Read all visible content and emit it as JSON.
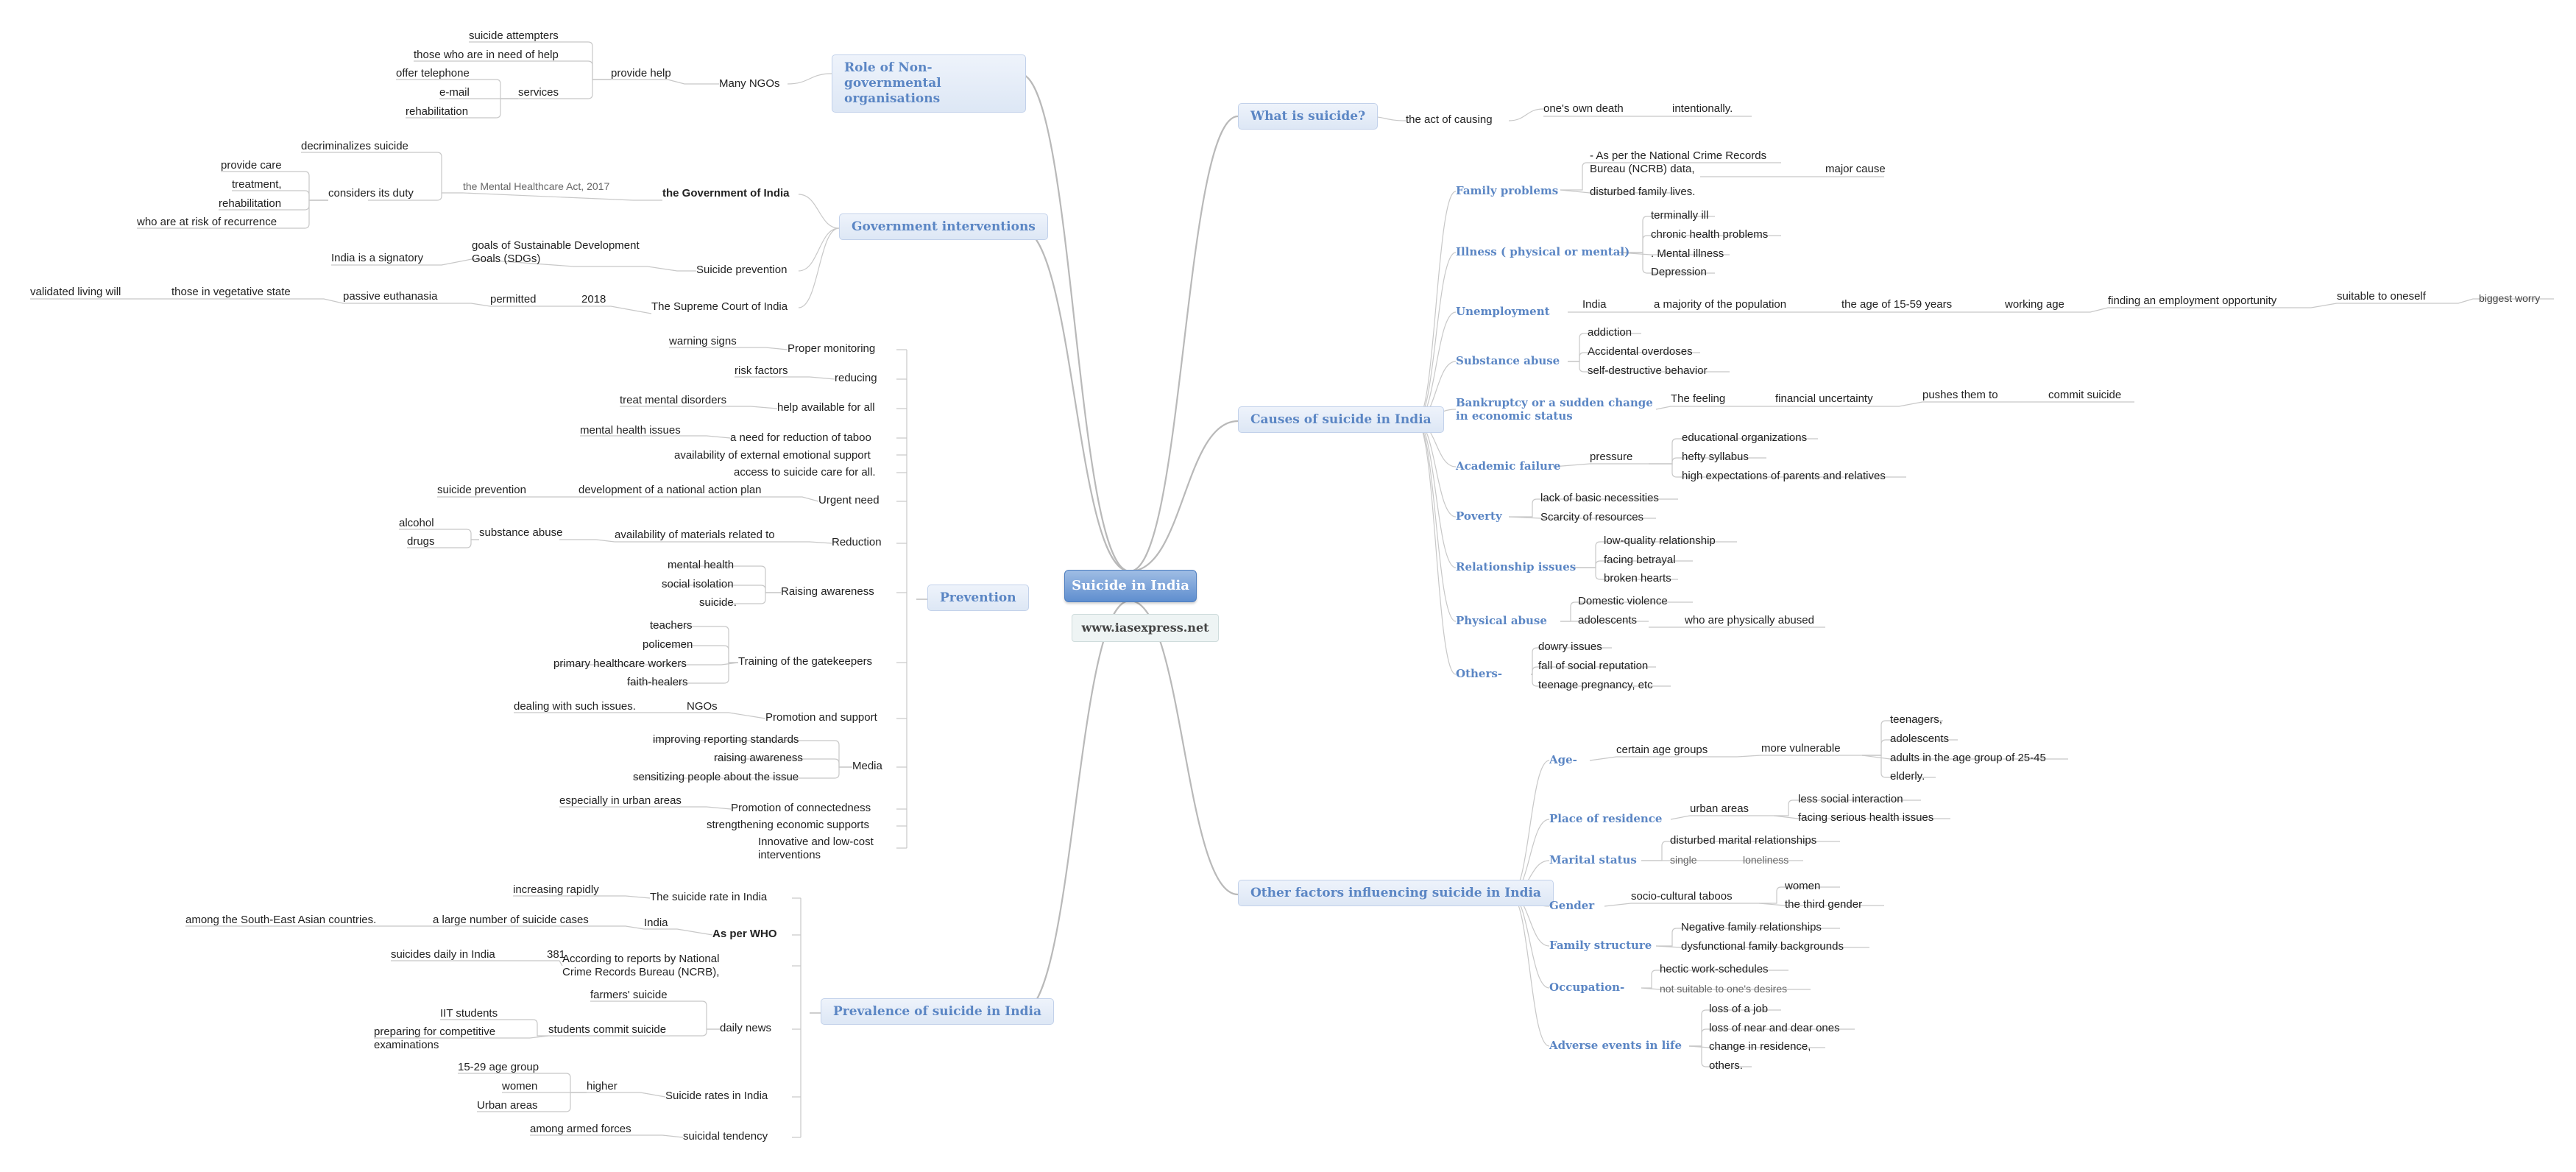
{
  "center": {
    "title": "Suicide in India",
    "site": "www.iasexpress.net"
  },
  "main_topics": [
    "What is suicide?",
    "Causes of suicide in India",
    "Other factors influencing suicide in India",
    "Role of Non-governmental organisations",
    "Government interventions",
    "Prevention",
    "Prevalence of suicide in India"
  ],
  "labels": {
    "ws_act": "the act of causing",
    "ws_death": "one's own death",
    "ws_int": "intentionally.",
    "c_fam": "Family problems",
    "c_fam_1a": "- As per the National Crime Records",
    "c_fam_1b": "Bureau (NCRB) data,",
    "c_fam_major": "major cause",
    "c_fam_2": "disturbed family lives.",
    "c_ill": "Illness ( physical or mental)",
    "c_ill_1": "terminally ill",
    "c_ill_2": "chronic health problems",
    "c_ill_3": ". Mental illness",
    "c_ill_4": "Depression",
    "c_unemp": "Unemployment",
    "c_un_india": "India",
    "c_un_maj": "a majority of the population",
    "c_un_age": "the age of 15-59 years",
    "c_un_work": "working age",
    "c_un_find": "finding an employment opportunity",
    "c_un_suit": "suitable to oneself",
    "c_un_worry": "biggest worry",
    "c_sub": "Substance abuse",
    "c_sub_1": "addiction",
    "c_sub_2": "Accidental overdoses",
    "c_sub_3": "self-destructive behavior",
    "c_bank_a": "Bankruptcy or a sudden change",
    "c_bank_b": "in economic status",
    "c_bank_feel": "The feeling",
    "c_bank_fin": "financial uncertainty",
    "c_bank_push": "pushes them to",
    "c_bank_commit": "commit suicide",
    "c_acad": "Academic failure",
    "c_acad_press": "pressure",
    "c_acad_1": "educational organizations",
    "c_acad_2": "hefty syllabus",
    "c_acad_3": "high expectations of parents and relatives",
    "c_pov": "Poverty",
    "c_pov_1": "lack of basic necessities",
    "c_pov_2": "Scarcity of resources",
    "c_rel": "Relationship issues",
    "c_rel_1": "low-quality relationship",
    "c_rel_2": "facing betrayal",
    "c_rel_3": "broken hearts",
    "c_phys": "Physical abuse",
    "c_phys_1": "Domestic violence",
    "c_phys_2": "adolescents",
    "c_phys_3": "who are physically abused",
    "c_oth": "Others-",
    "c_oth_1": "dowry issues",
    "c_oth_2": "fall of social reputation",
    "c_oth_3": "teenage pregnancy, etc",
    "o_age": "Age-",
    "o_age_grp": "certain age groups",
    "o_age_vul": "more vulnerable",
    "o_age_1": "teenagers,",
    "o_age_2": "adolescents",
    "o_age_3": "adults in the age group of 25-45",
    "o_age_4": "elderly.",
    "o_res": "Place of residence",
    "o_res_urban": "urban areas",
    "o_res_1": "less social interaction",
    "o_res_2": "facing serious health issues",
    "o_mar": "Marital status",
    "o_mar_1": "disturbed marital relationships",
    "o_mar_single": "single",
    "o_mar_lone": "loneliness",
    "o_gen": "Gender",
    "o_gen_taboo": "socio-cultural taboos",
    "o_gen_w": "women",
    "o_gen_t": "the third gender",
    "o_fs": "Family structure",
    "o_fs_1": "Negative family relationships",
    "o_fs_2": "dysfunctional family backgrounds",
    "o_occ": "Occupation-",
    "o_occ_1": "hectic work-schedules",
    "o_occ_2": "not suitable to one's desires",
    "o_adv": "Adverse events in life",
    "o_adv_1": "loss of a job",
    "o_adv_2": "loss of near and dear ones",
    "o_adv_3": "change in residence,",
    "o_adv_4": "others.",
    "ngo_many": "Many NGOs",
    "ngo_help": "provide help",
    "ngo_att": "suicide attempters",
    "ngo_need": "those who are in need of help",
    "ngo_serv": "services",
    "ngo_tel": "offer telephone",
    "ngo_mail": "e-mail",
    "ngo_rehab": "rehabilitation",
    "g_goi": "the Government of India",
    "g_act": "the Mental Healthcare Act, 2017",
    "g_decrim": "decriminalizes suicide",
    "g_duty": "considers its duty",
    "g_care": "provide care",
    "g_treat": "treatment,",
    "g_rehab": "rehabilitation",
    "g_risk": "who are at risk of recurrence",
    "g_sp": "Suicide prevention",
    "g_sig": "India is a signatory",
    "g_sdg_a": "goals of Sustainable Development",
    "g_sdg_b": "Goals (SDGs)",
    "g_sc": "The Supreme Court of India",
    "g_2018": "2018",
    "g_perm": "permitted",
    "g_pe": "passive euthanasia",
    "g_veg": "those in vegetative state",
    "g_will": "validated living will",
    "p_mon": "Proper monitoring",
    "p_warn": "warning signs",
    "p_red": "reducing",
    "p_risk": "risk factors",
    "p_help": "help available for all",
    "p_treat": "treat mental disorders",
    "p_urgent": "Urgent need",
    "p_taboo": "a need for reduction of taboo",
    "p_mhi": "mental health issues",
    "p_ext": "availability of external emotional support",
    "p_acc": "access to suicide care for all.",
    "p_nap": "development of a national action plan",
    "p_sp": "suicide prevention",
    "p_reduc": "Reduction",
    "p_avail": "availability of materials related to",
    "p_subab": "substance abuse",
    "p_alc": "alcohol",
    "p_drugs": "drugs",
    "p_raise": "Raising awareness",
    "p_mh": "mental health",
    "p_iso": "social isolation",
    "p_sui": "suicide.",
    "p_train": "Training of the gatekeepers",
    "p_teach": "teachers",
    "p_police": "policemen",
    "p_phw": "primary healthcare workers",
    "p_faith": "faith-healers",
    "p_promo": "Promotion and support",
    "p_ngos": "NGOs",
    "p_deal": "dealing with such issues.",
    "p_media": "Media",
    "p_m1": "improving reporting standards",
    "p_m2": "raising awareness",
    "p_m3": "sensitizing people about the issue",
    "p_conn": "Promotion of connectedness",
    "p_urb": "especially in urban areas",
    "p_eco": "strengthening economic supports",
    "p_inn_a": "Innovative and low-cost",
    "p_inn_b": "interventions",
    "v_rate": "The suicide rate in India",
    "v_inc": "increasing rapidly",
    "v_who": "As per WHO",
    "v_india": "India",
    "v_large": "a large number of suicide cases",
    "v_sea": "among the South-East Asian countries.",
    "v_ncrb_a": "According to reports by National",
    "v_ncrb_b": "Crime Records Bureau (NCRB),",
    "v_381": "381",
    "v_daily": "suicides daily in India",
    "v_news": "daily news",
    "v_farm": "farmers' suicide",
    "v_stud": "students commit suicide",
    "v_iit": "IIT students",
    "v_prep_a": "preparing for competitive",
    "v_prep_b": "examinations",
    "v_rates": "Suicide rates in India",
    "v_higher": "higher",
    "v_age": "15-29 age group",
    "v_women": "women",
    "v_urban": "Urban areas",
    "v_tend": "suicidal tendency",
    "v_armed": "among armed forces"
  }
}
